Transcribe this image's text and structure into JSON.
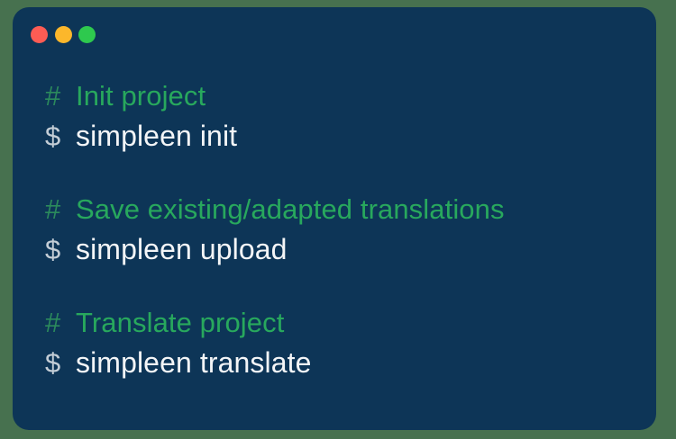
{
  "window": {
    "background_color": "#47714f",
    "terminal_background_color": "#0d3557",
    "traffic_lights": [
      {
        "name": "close",
        "color": "#fd5c54",
        "label": "close"
      },
      {
        "name": "minimize",
        "color": "#fcb72b",
        "label": "minimize"
      },
      {
        "name": "maximize",
        "color": "#2ec94e",
        "label": "maximize"
      }
    ]
  },
  "theme": {
    "comment_color": "#28a85d",
    "comment_sigil_color": "#2b8a5c",
    "command_color": "#f3f5f7",
    "prompt_color": "#c3cdd6"
  },
  "console": {
    "comment_sigil": "#",
    "prompt_sigil": "$",
    "blocks": [
      {
        "comment": "Init project",
        "command": "simpleen init"
      },
      {
        "comment": "Save existing/adapted translations",
        "command": "simpleen upload"
      },
      {
        "comment": "Translate project",
        "command": "simpleen translate"
      }
    ]
  }
}
